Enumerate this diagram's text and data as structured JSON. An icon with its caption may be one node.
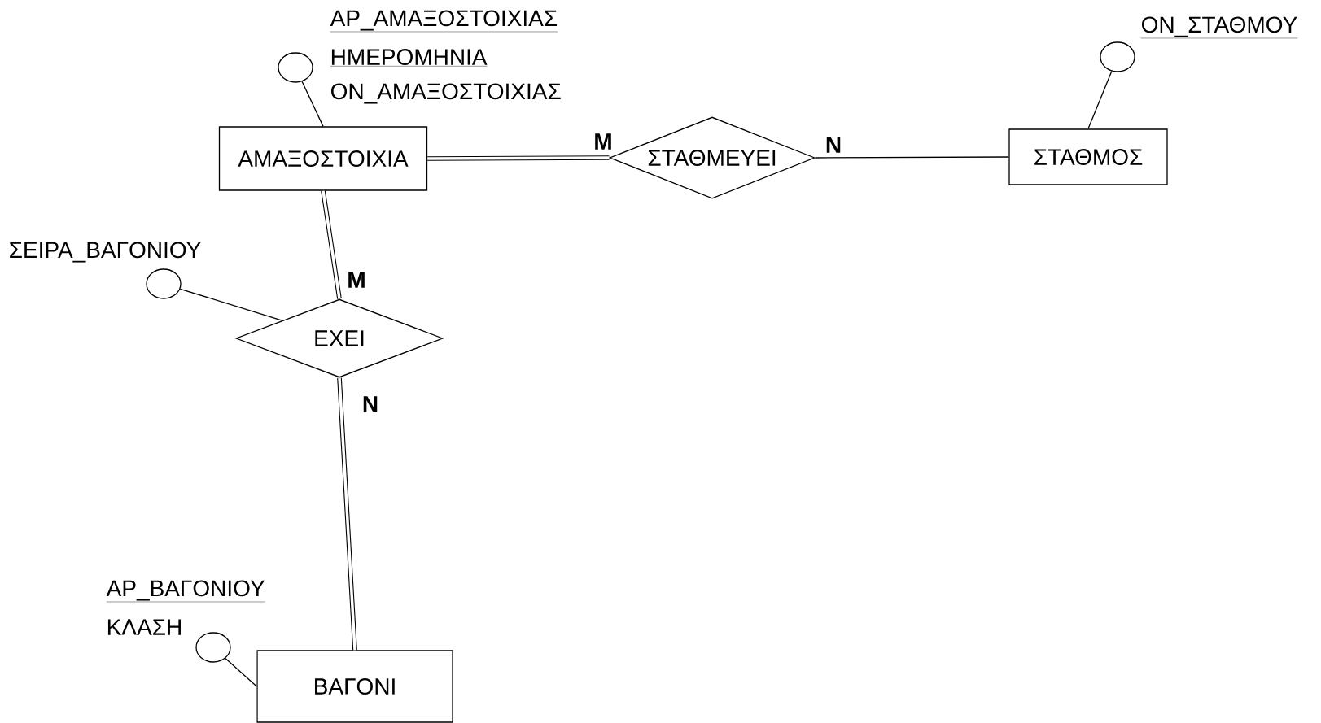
{
  "diagram": {
    "nodes": [
      {
        "text": [
          "ΑΜΑΞΟΣΤΟΙΧΙΑ"
        ]
      },
      {
        "text": [
          "ΣΤΑΘΜΕΥΕΙ"
        ]
      },
      {
        "text": [
          "ΣΤΑΘΜΟΣ"
        ]
      },
      {
        "text": [
          "ΕΧΕΙ"
        ]
      },
      {
        "text": [
          "ΒΑΓΟΝΙ"
        ]
      },
      {
        "text": [],
        "shape": "circle",
        "beside": [
          "ΑΡ_ΑΜΑΞΟΣΤΟΙΧΙΑΣ",
          "ΗΜΕΡΟΜΗΝΙΑ",
          "ΟΝ_ΑΜΑΞΟΣΤΟΙΧΙΑΣ"
        ]
      },
      {
        "text": [],
        "shape": "circle",
        "beside": [
          "ΟΝ_ΣΤΑΘΜΟΥ"
        ]
      },
      {
        "text": [],
        "shape": "circle",
        "beside": [
          "ΣΕΙΡΑ_ΒΑΓΟΝΙΟΥ"
        ]
      },
      {
        "text": [],
        "shape": "circle",
        "beside": [
          "ΑΡ_ΒΑΓΟΝΙΟΥ",
          "ΚΛΑΣΗ"
        ]
      }
    ],
    "edges": [
      {
        "from": 0,
        "to": 1,
        "arrow": "none",
        "label": "M",
        "style": "thick"
      },
      {
        "from": 1,
        "to": 2,
        "arrow": "none",
        "label": "N"
      },
      {
        "from": 0,
        "to": 3,
        "arrow": "none",
        "label": "M",
        "style": "thick"
      },
      {
        "from": 3,
        "to": 4,
        "arrow": "none",
        "label": "N",
        "style": "thick"
      },
      {
        "from": 5,
        "to": 0,
        "arrow": "none"
      },
      {
        "from": 6,
        "to": 2,
        "arrow": "none"
      },
      {
        "from": 7,
        "to": 3,
        "arrow": "none"
      },
      {
        "from": 8,
        "to": 4,
        "arrow": "none"
      }
    ]
  }
}
